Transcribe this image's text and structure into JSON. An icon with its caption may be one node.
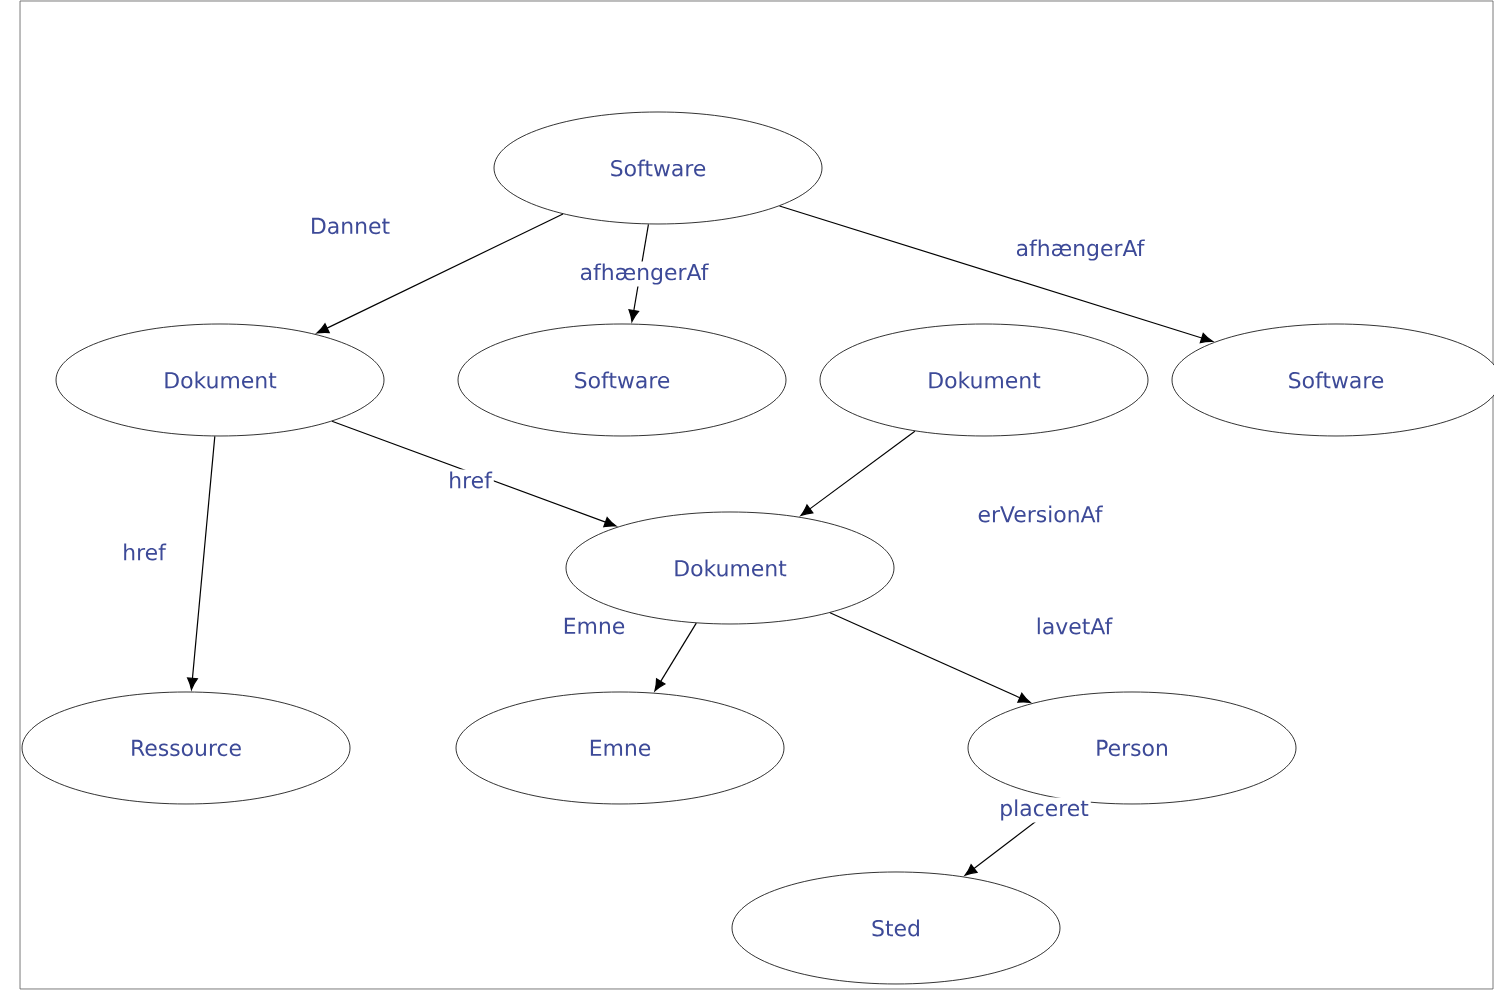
{
  "diagram": {
    "nodes": [
      {
        "text": [
          "Software"
        ]
      },
      {
        "text": [
          "Dokument"
        ]
      },
      {
        "text": [
          "Software"
        ]
      },
      {
        "text": [
          "Dokument"
        ]
      },
      {
        "text": [
          "Software"
        ]
      },
      {
        "text": [
          "Dokument"
        ]
      },
      {
        "text": [
          "Ressource"
        ]
      },
      {
        "text": [
          "Emne"
        ]
      },
      {
        "text": [
          "Person"
        ]
      },
      {
        "text": [
          "Sted"
        ]
      }
    ],
    "edges": [
      {
        "from": 0,
        "to": 1,
        "arrow": "to",
        "label": "Dannet"
      },
      {
        "from": 0,
        "to": 2,
        "arrow": "to",
        "label": "afhængerAf"
      },
      {
        "from": 0,
        "to": 4,
        "arrow": "to",
        "label": "afhængerAf"
      },
      {
        "from": 1,
        "to": 5,
        "arrow": "to",
        "label": "href"
      },
      {
        "from": 3,
        "to": 5,
        "arrow": "to",
        "label": "erVersionAf"
      },
      {
        "from": 1,
        "to": 6,
        "arrow": "to",
        "label": "href"
      },
      {
        "from": 5,
        "to": 7,
        "arrow": "to",
        "label": "Emne"
      },
      {
        "from": 5,
        "to": 8,
        "arrow": "to",
        "label": "lavetAf"
      },
      {
        "from": 8,
        "to": 9,
        "arrow": "to",
        "label": "placeret"
      }
    ]
  }
}
